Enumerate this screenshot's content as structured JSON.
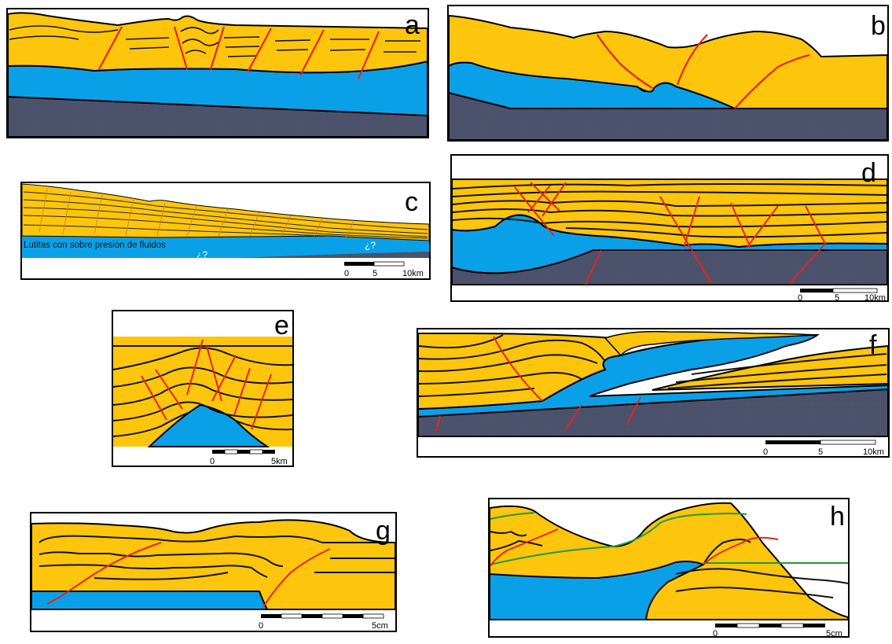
{
  "colors": {
    "sediment": "#fdc50c",
    "shale": "#0aa0e8",
    "basement": "#4a5069",
    "fault": "#e8231c",
    "layer_line": "#111111",
    "marker_horizon": "#1e9b3a"
  },
  "panels": {
    "a": {
      "label": "a"
    },
    "b": {
      "label": "b"
    },
    "c": {
      "label": "c",
      "note": "Lutitas con sobre presión de fluidos",
      "question_marks": [
        "¿?",
        "¿?"
      ],
      "scale": [
        "0",
        "5",
        "10km"
      ]
    },
    "d": {
      "label": "d",
      "scale": [
        "0",
        "5",
        "10km"
      ]
    },
    "e": {
      "label": "e",
      "scale": [
        "0",
        "5km"
      ]
    },
    "f": {
      "label": "f",
      "scale": [
        "0",
        "5",
        "10km"
      ]
    },
    "g": {
      "label": "g",
      "scale": [
        "0",
        "5cm"
      ]
    },
    "h": {
      "label": "h",
      "scale": [
        "0",
        "5cm"
      ]
    }
  }
}
